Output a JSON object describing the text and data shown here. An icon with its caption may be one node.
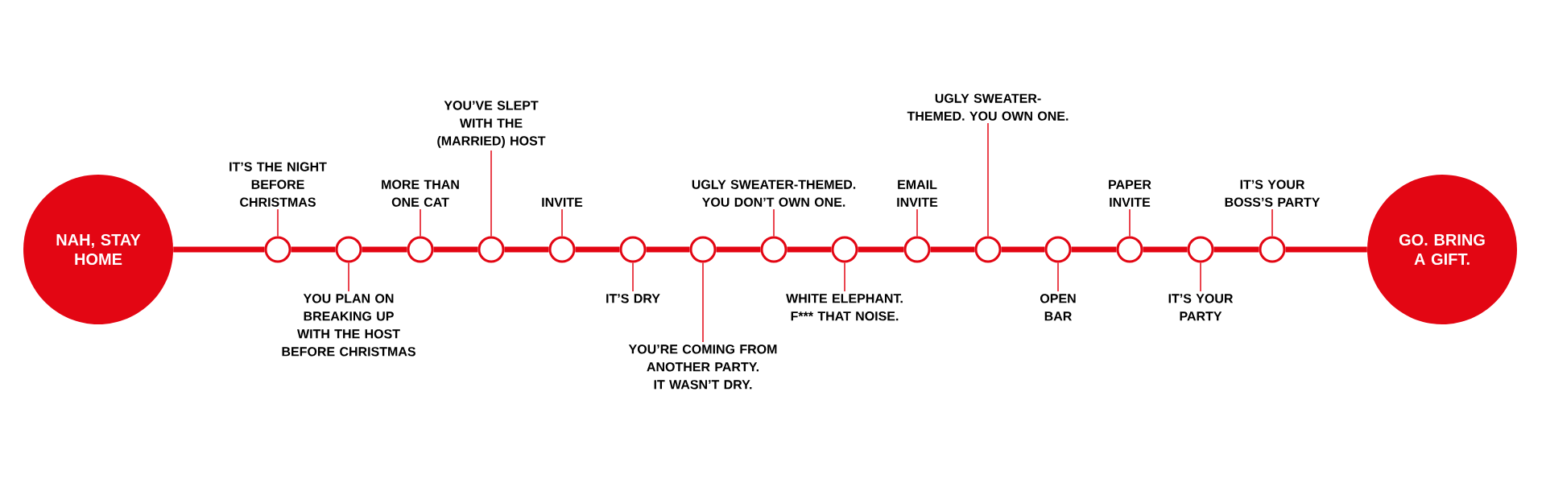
{
  "diagram": {
    "nodes": [
      {
        "text": [
          "NAH, STAY HOME"
        ]
      },
      {
        "text": [],
        "shape": "circle"
      },
      {
        "text": [],
        "shape": "circle"
      },
      {
        "text": [],
        "shape": "circle"
      },
      {
        "text": [],
        "shape": "circle"
      },
      {
        "text": [],
        "shape": "circle"
      },
      {
        "text": [],
        "shape": "circle"
      },
      {
        "text": [],
        "shape": "circle"
      },
      {
        "text": [],
        "shape": "circle"
      },
      {
        "text": [],
        "shape": "circle"
      },
      {
        "text": [],
        "shape": "circle"
      },
      {
        "text": [],
        "shape": "circle"
      },
      {
        "text": [],
        "shape": "circle"
      },
      {
        "text": [],
        "shape": "circle"
      },
      {
        "text": [],
        "shape": "circle"
      },
      {
        "text": [],
        "shape": "circle"
      },
      {
        "text": [
          "GO. BRING A GIFT."
        ]
      },
      {
        "text": [
          "IT’S THE NIGHT BEFORE CHRISTMAS"
        ]
      },
      {
        "text": [
          "YOU PLAN ON BREAKING UP WITH THE HOST BEFORE CHRISTMAS"
        ]
      },
      {
        "text": [
          "MORE THAN ONE CAT"
        ]
      },
      {
        "text": [
          "YOU’VE SLEPT WITH THE (MARRIED) HOST"
        ]
      },
      {
        "text": [
          "INVITE"
        ]
      },
      {
        "text": [
          "IT’S DRY"
        ]
      },
      {
        "text": [
          "YOU’RE COMING FROM ANOTHER PARTY. IT WASN’T DRY."
        ]
      },
      {
        "text": [
          "UGLY SWEATER-THEMED. YOU DON’T OWN ONE."
        ]
      },
      {
        "text": [
          "WHITE ELEPHANT. F*** THAT NOISE."
        ]
      },
      {
        "text": [
          "EMAIL INVITE"
        ]
      },
      {
        "text": [
          "UGLY SWEATER-THEMED. YOU OWN ONE."
        ]
      },
      {
        "text": [
          "OPEN BAR"
        ]
      },
      {
        "text": [
          "PAPER INVITE"
        ]
      },
      {
        "text": [
          "IT’S YOUR PARTY"
        ]
      },
      {
        "text": [
          "IT’S YOUR BOSS’S PARTY"
        ]
      }
    ],
    "edges": [
      {
        "from": 0,
        "to": 1,
        "arrow": "none"
      },
      {
        "from": 1,
        "to": 2,
        "arrow": "none"
      },
      {
        "from": 2,
        "to": 3,
        "arrow": "none"
      },
      {
        "from": 3,
        "to": 4,
        "arrow": "none"
      },
      {
        "from": 4,
        "to": 5,
        "arrow": "none"
      },
      {
        "from": 5,
        "to": 6,
        "arrow": "none"
      },
      {
        "from": 6,
        "to": 7,
        "arrow": "none"
      },
      {
        "from": 7,
        "to": 8,
        "arrow": "none"
      },
      {
        "from": 8,
        "to": 9,
        "arrow": "none"
      },
      {
        "from": 9,
        "to": 10,
        "arrow": "none"
      },
      {
        "from": 10,
        "to": 11,
        "arrow": "none"
      },
      {
        "from": 11,
        "to": 12,
        "arrow": "none"
      },
      {
        "from": 12,
        "to": 13,
        "arrow": "none"
      },
      {
        "from": 13,
        "to": 14,
        "arrow": "none"
      },
      {
        "from": 14,
        "to": 15,
        "arrow": "none"
      },
      {
        "from": 15,
        "to": 16,
        "arrow": "none"
      },
      {
        "from": 17,
        "to": 1,
        "arrow": "none"
      },
      {
        "from": 18,
        "to": 2,
        "arrow": "none"
      },
      {
        "from": 19,
        "to": 3,
        "arrow": "none"
      },
      {
        "from": 20,
        "to": 4,
        "arrow": "none"
      },
      {
        "from": 21,
        "to": 5,
        "arrow": "none"
      },
      {
        "from": 22,
        "to": 6,
        "arrow": "none"
      },
      {
        "from": 23,
        "to": 7,
        "arrow": "none"
      },
      {
        "from": 24,
        "to": 8,
        "arrow": "none"
      },
      {
        "from": 25,
        "to": 9,
        "arrow": "none"
      },
      {
        "from": 26,
        "to": 10,
        "arrow": "none"
      },
      {
        "from": 27,
        "to": 11,
        "arrow": "none"
      },
      {
        "from": 28,
        "to": 12,
        "arrow": "none"
      },
      {
        "from": 29,
        "to": 13,
        "arrow": "none"
      },
      {
        "from": 30,
        "to": 14,
        "arrow": "none"
      },
      {
        "from": 31,
        "to": 15,
        "arrow": "none"
      }
    ]
  }
}
